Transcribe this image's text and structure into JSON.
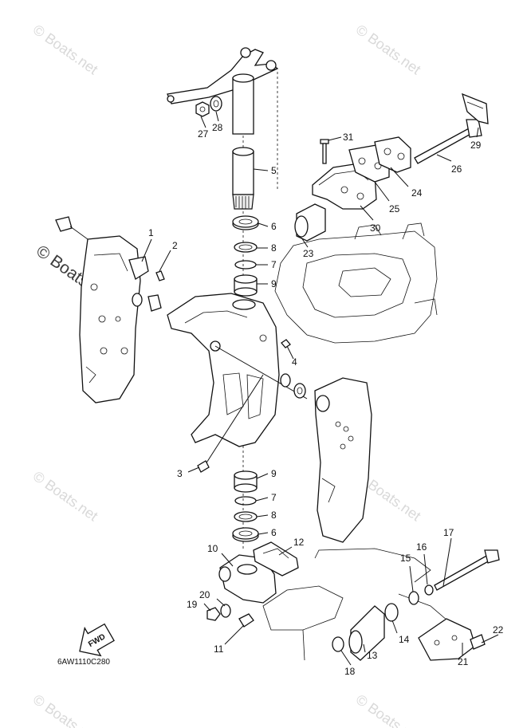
{
  "watermarks": {
    "repeated": "© Boats.net",
    "prominent": "© Boats.net"
  },
  "diagram_code": "6AW1110C280",
  "fwd_label": "FWD",
  "callouts": [
    {
      "id": "1",
      "label": "1"
    },
    {
      "id": "2",
      "label": "2"
    },
    {
      "id": "3",
      "label": "3"
    },
    {
      "id": "4",
      "label": "4"
    },
    {
      "id": "5",
      "label": "5"
    },
    {
      "id": "6a",
      "label": "6"
    },
    {
      "id": "6b",
      "label": "6"
    },
    {
      "id": "7a",
      "label": "7"
    },
    {
      "id": "7b",
      "label": "7"
    },
    {
      "id": "8a",
      "label": "8"
    },
    {
      "id": "8b",
      "label": "8"
    },
    {
      "id": "9a",
      "label": "9"
    },
    {
      "id": "9b",
      "label": "9"
    },
    {
      "id": "10",
      "label": "10"
    },
    {
      "id": "11",
      "label": "11"
    },
    {
      "id": "12",
      "label": "12"
    },
    {
      "id": "13",
      "label": "13"
    },
    {
      "id": "14",
      "label": "14"
    },
    {
      "id": "15",
      "label": "15"
    },
    {
      "id": "16",
      "label": "16"
    },
    {
      "id": "17",
      "label": "17"
    },
    {
      "id": "18",
      "label": "18"
    },
    {
      "id": "19",
      "label": "19"
    },
    {
      "id": "20",
      "label": "20"
    },
    {
      "id": "21",
      "label": "21"
    },
    {
      "id": "22",
      "label": "22"
    },
    {
      "id": "23",
      "label": "23"
    },
    {
      "id": "24",
      "label": "24"
    },
    {
      "id": "25",
      "label": "25"
    },
    {
      "id": "26",
      "label": "26"
    },
    {
      "id": "27",
      "label": "27"
    },
    {
      "id": "28",
      "label": "28"
    },
    {
      "id": "29",
      "label": "29"
    },
    {
      "id": "30",
      "label": "30"
    },
    {
      "id": "31",
      "label": "31"
    }
  ]
}
